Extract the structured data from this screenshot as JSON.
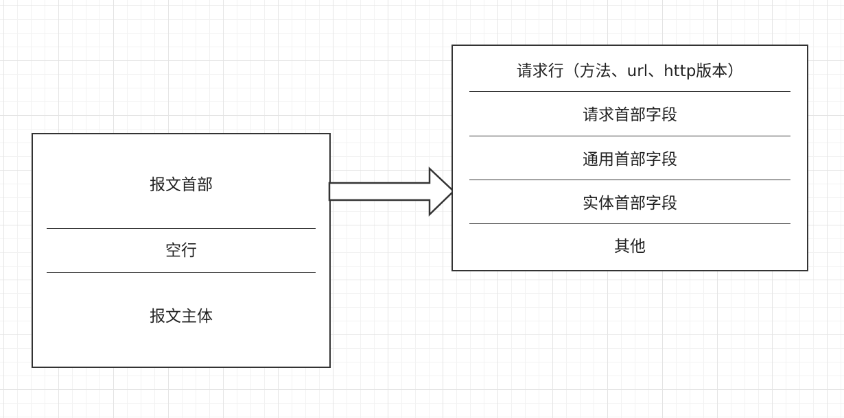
{
  "message": {
    "header": "报文首部",
    "blank_line": "空行",
    "body": "报文主体"
  },
  "header_fields": {
    "request_line": "请求行（方法、url、http版本）",
    "request_headers": "请求首部字段",
    "general_headers": "通用首部字段",
    "entity_headers": "实体首部字段",
    "other": "其他"
  },
  "colors": {
    "stroke": "#333333",
    "grid": "#e4e4e4",
    "background": "#ffffff"
  }
}
